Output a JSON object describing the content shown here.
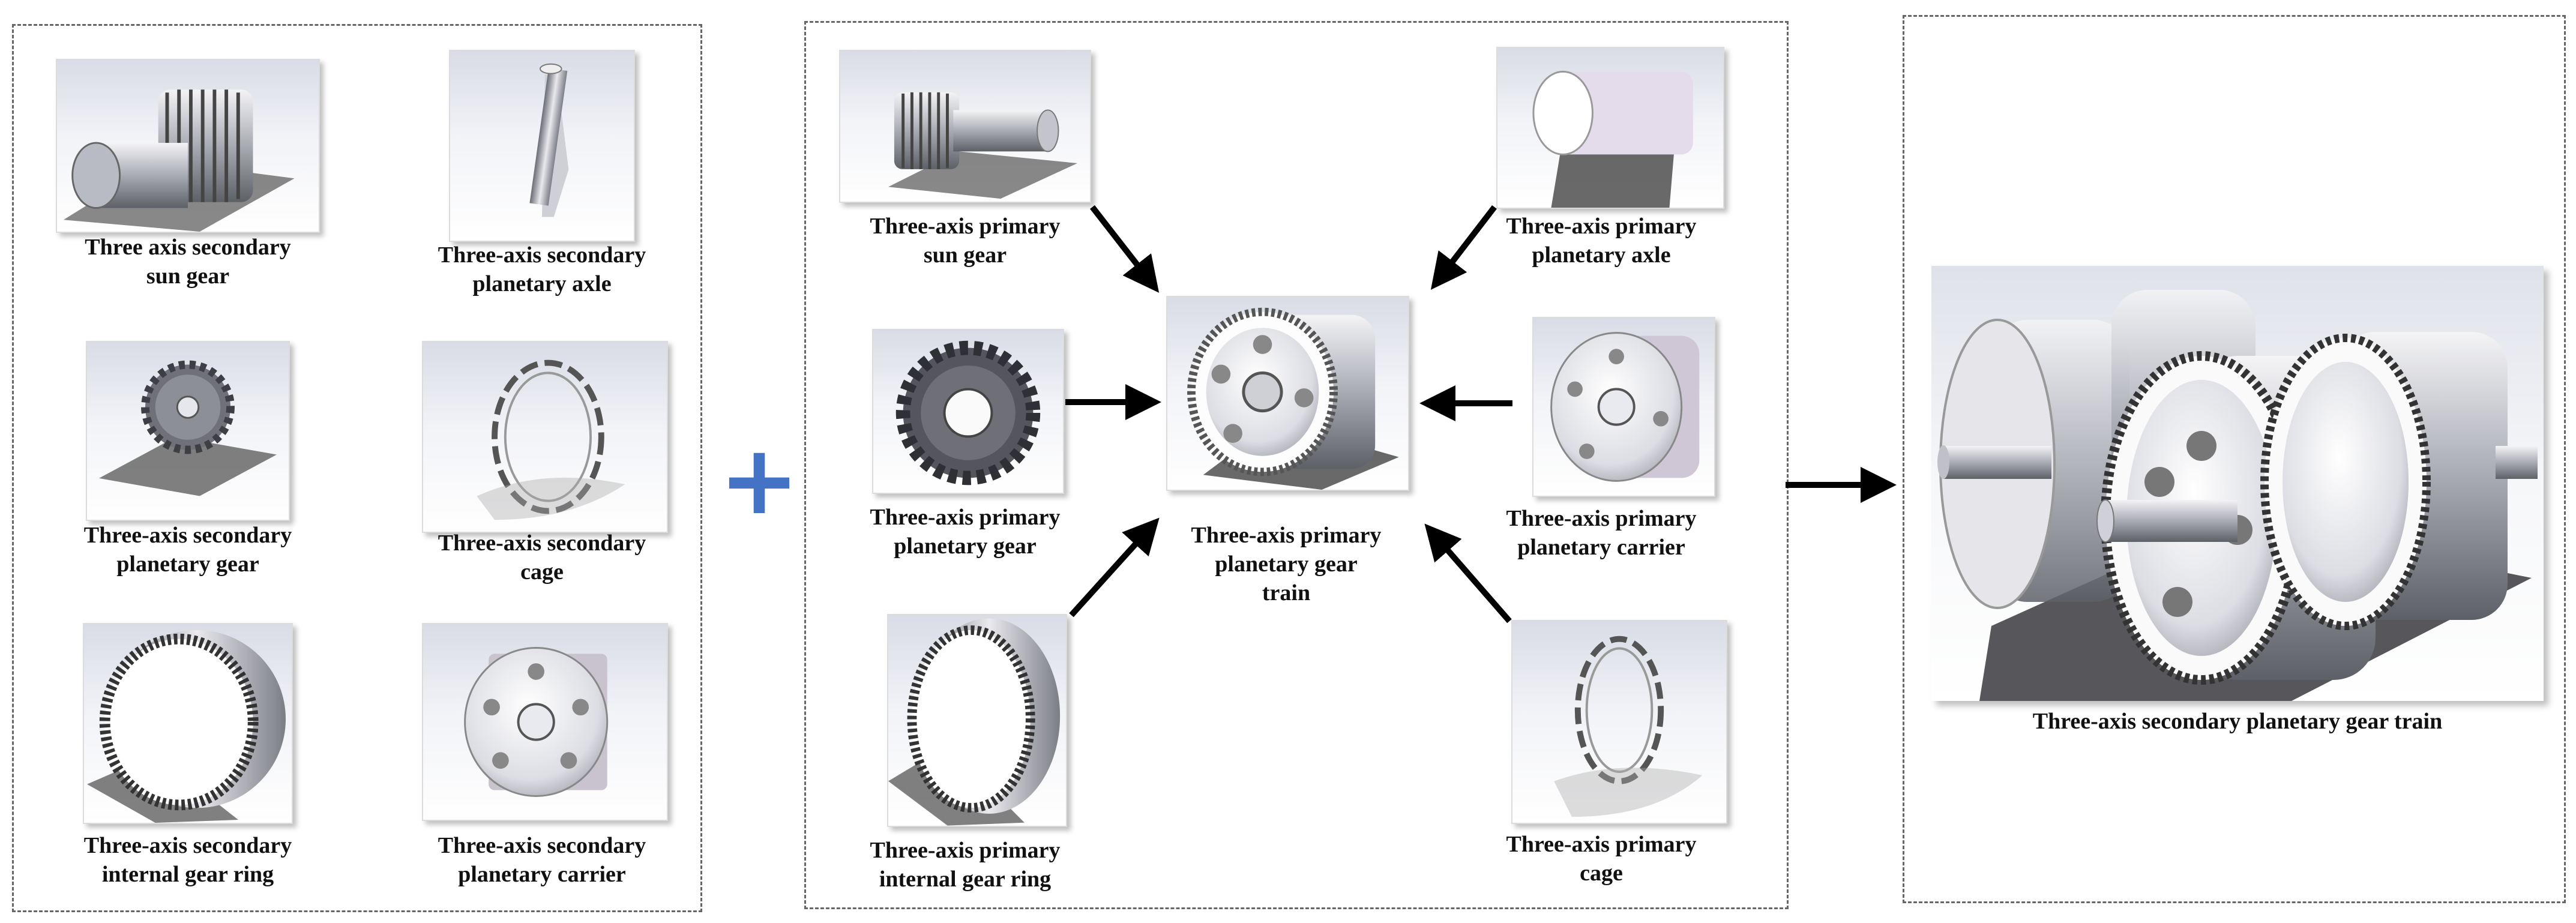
{
  "left_panel": {
    "sun_gear": [
      "Three axis secondary",
      "sun gear"
    ],
    "planetary_axle": [
      "Three-axis secondary",
      "planetary axle"
    ],
    "planetary_gear": [
      "Three-axis secondary",
      "planetary gear"
    ],
    "cage": [
      "Three-axis secondary",
      "cage"
    ],
    "internal_gear_ring": [
      "Three-axis secondary",
      "internal gear ring"
    ],
    "planetary_carrier": [
      "Three-axis secondary",
      "planetary carrier"
    ]
  },
  "plus_symbol": "+",
  "middle_panel": {
    "sun_gear": [
      "Three-axis primary",
      "sun gear"
    ],
    "planetary_axle": [
      "Three-axis primary",
      "planetary axle"
    ],
    "planetary_gear": [
      "Three-axis primary",
      "planetary gear"
    ],
    "planetary_carrier": [
      "Three-axis primary",
      "planetary carrier"
    ],
    "internal_gear_ring": [
      "Three-axis primary",
      "internal gear ring"
    ],
    "cage": [
      "Three-axis primary",
      "cage"
    ],
    "gear_train": [
      "Three-axis primary",
      "planetary gear",
      "train"
    ]
  },
  "right_panel": {
    "gear_train": "Three-axis secondary planetary gear train"
  },
  "colors": {
    "plus": "#4472c4",
    "arrow": "#000000",
    "border": "#666666"
  }
}
